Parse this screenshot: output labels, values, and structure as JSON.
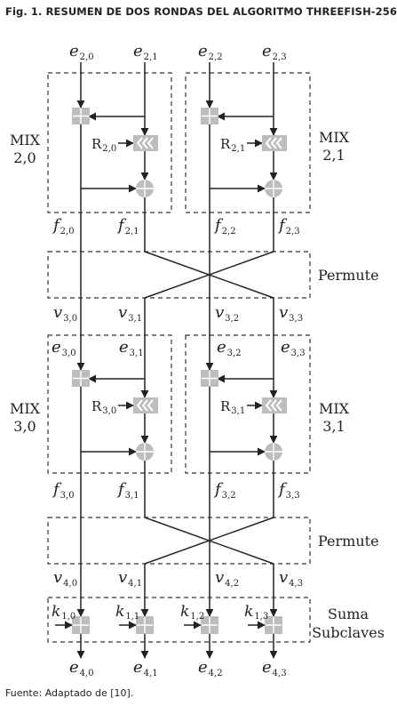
{
  "caption": "Fig. 1. RESUMEN DE DOS RONDAS DEL ALGORITMO THREEFISH-256",
  "source": "Fuente: Adaptado de [10].",
  "labels": {
    "e20": {
      "base": "e",
      "sub": "2,0"
    },
    "e21": {
      "base": "e",
      "sub": "2,1"
    },
    "e22": {
      "base": "e",
      "sub": "2,2"
    },
    "e23": {
      "base": "e",
      "sub": "2,3"
    },
    "R20": {
      "base": "R",
      "sub": "2,0"
    },
    "R21": {
      "base": "R",
      "sub": "2,1"
    },
    "f20": {
      "base": "f",
      "sub": "2,0"
    },
    "f21": {
      "base": "f",
      "sub": "2,1"
    },
    "f22": {
      "base": "f",
      "sub": "2,2"
    },
    "f23": {
      "base": "f",
      "sub": "2,3"
    },
    "v30": {
      "base": "v",
      "sub": "3,0"
    },
    "v31": {
      "base": "v",
      "sub": "3,1"
    },
    "v32": {
      "base": "v",
      "sub": "3,2"
    },
    "v33": {
      "base": "v",
      "sub": "3,3"
    },
    "e30": {
      "base": "e",
      "sub": "3,0"
    },
    "e31": {
      "base": "e",
      "sub": "3,1"
    },
    "e32": {
      "base": "e",
      "sub": "3,2"
    },
    "e33": {
      "base": "e",
      "sub": "3,3"
    },
    "R30": {
      "base": "R",
      "sub": "3,0"
    },
    "R31": {
      "base": "R",
      "sub": "3,1"
    },
    "f30": {
      "base": "f",
      "sub": "3,0"
    },
    "f31": {
      "base": "f",
      "sub": "3,1"
    },
    "f32": {
      "base": "f",
      "sub": "3,2"
    },
    "f33": {
      "base": "f",
      "sub": "3,3"
    },
    "v40": {
      "base": "v",
      "sub": "4,0"
    },
    "v41": {
      "base": "v",
      "sub": "4,1"
    },
    "v42": {
      "base": "v",
      "sub": "4,2"
    },
    "v43": {
      "base": "v",
      "sub": "4,3"
    },
    "k10": {
      "base": "k",
      "sub": "1,0"
    },
    "k11": {
      "base": "k",
      "sub": "1,1"
    },
    "k12": {
      "base": "k",
      "sub": "1,2"
    },
    "k13": {
      "base": "k",
      "sub": "1,3"
    },
    "e40": {
      "base": "e",
      "sub": "4,0"
    },
    "e41": {
      "base": "e",
      "sub": "4,1"
    },
    "e42": {
      "base": "e",
      "sub": "4,2"
    },
    "e43": {
      "base": "e",
      "sub": "4,3"
    }
  },
  "mix": {
    "m20": {
      "line1": "MIX",
      "line2": "2,0"
    },
    "m21": {
      "line1": "MIX",
      "line2": "2,1"
    },
    "m30": {
      "line1": "MIX",
      "line2": "3,0"
    },
    "m31": {
      "line1": "MIX",
      "line2": "3,1"
    }
  },
  "permute": "Permute",
  "suma": {
    "line1": "Suma",
    "line2": "Subclaves"
  },
  "colors": {
    "block": "#bdbdbd",
    "line": "#222222",
    "dash": "#333333"
  }
}
